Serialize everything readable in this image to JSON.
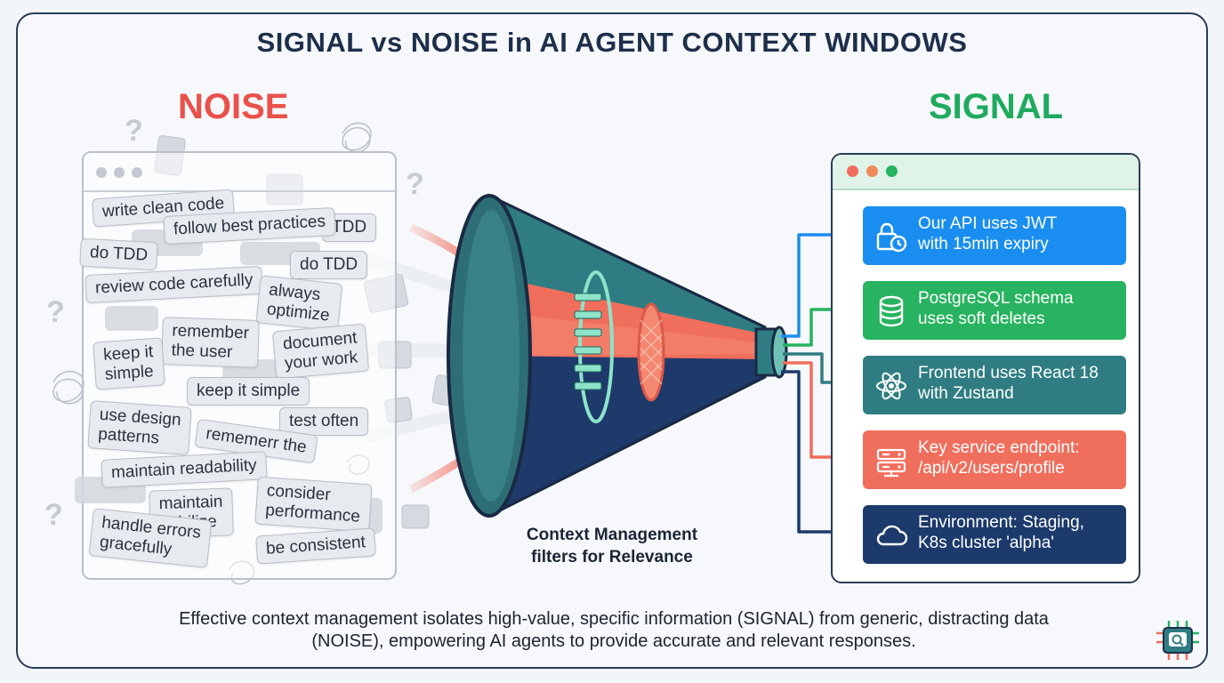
{
  "title": "SIGNAL vs NOISE in AI AGENT CONTEXT WINDOWS",
  "noise": {
    "heading": "NOISE",
    "notes": [
      "write clean code",
      "follow best practices",
      "TDD",
      "do TDD",
      "do TDD",
      "review code carefully",
      "always\noptimize",
      "remember\nthe user",
      "keep it\nsimple",
      "document\nyour work",
      "keep it simple",
      "use design\npatterns",
      "test often",
      "rememerr the",
      "maintain readability",
      "maintain\n  abilize",
      "consider\nperformance",
      "handle errors\ngracefully",
      "be consistent"
    ]
  },
  "funnel": {
    "caption": "Context Management\nfilters for Relevance"
  },
  "signal": {
    "heading": "SIGNAL",
    "cards": [
      {
        "text": "Our API uses JWT\nwith 15min expiry",
        "icon": "lock-clock-icon",
        "color": "#1a8ef0"
      },
      {
        "text": "PostgreSQL schema\nuses soft deletes",
        "icon": "database-icon",
        "color": "#27b35f"
      },
      {
        "text": "Frontend uses React 18\nwith Zustand",
        "icon": "react-atom-icon",
        "color": "#2f7d82"
      },
      {
        "text": "Key service endpoint:\n/api/v2/users/profile",
        "icon": "server-icon",
        "color": "#f06e5c"
      },
      {
        "text": "Environment: Staging,\nK8s cluster 'alpha'",
        "icon": "cloud-icon",
        "color": "#1c3a6b"
      }
    ]
  },
  "footer": "Effective context management isolates high-value, specific information (SIGNAL) from generic, distracting data\n(NOISE), empowering AI agents to provide accurate and relevant responses.",
  "colors": {
    "noise": "#e9514a",
    "signal": "#1faa5f",
    "navy": "#1d2f4a",
    "teal": "#2f7d82",
    "coral": "#f06e5c"
  }
}
